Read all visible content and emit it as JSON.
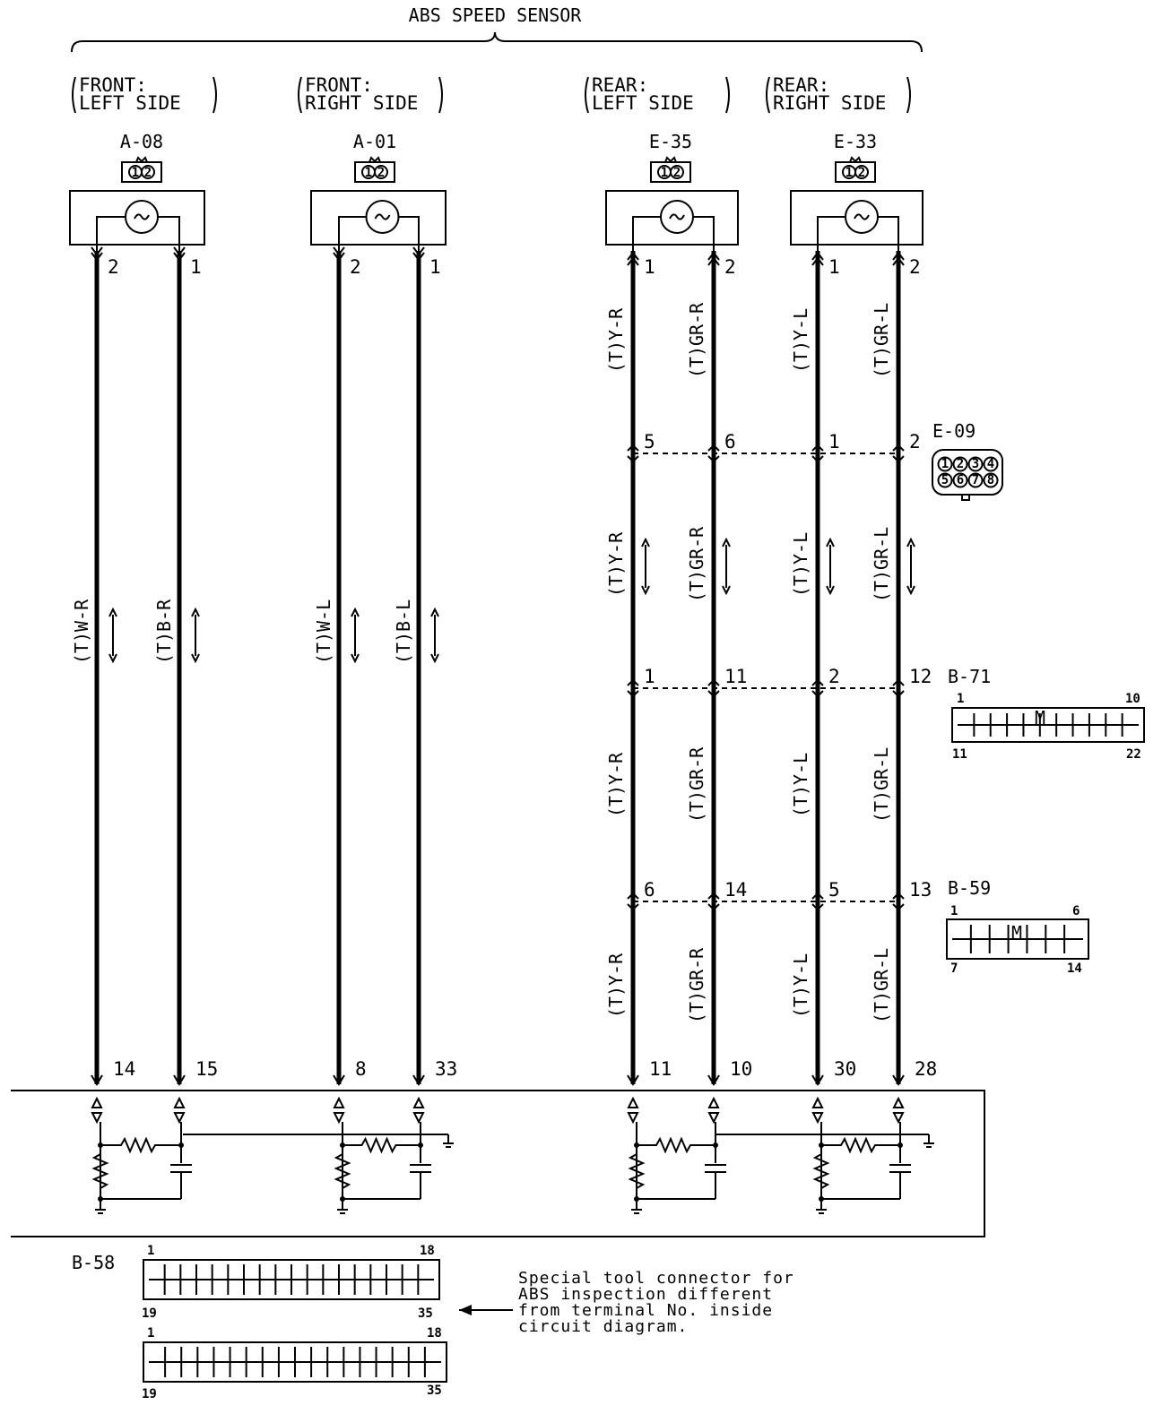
{
  "title": "ABS SPEED SENSOR",
  "sensors": [
    {
      "side_line1": "FRONT:",
      "side_line2": "LEFT SIDE",
      "connector": "A-08",
      "pins": [
        "1",
        "2"
      ],
      "left_pin": "2",
      "right_pin": "1",
      "wires": [
        "(T)W-R",
        "(T)B-R"
      ],
      "ecu_pins": [
        "14",
        "15"
      ]
    },
    {
      "side_line1": "FRONT:",
      "side_line2": "RIGHT SIDE",
      "connector": "A-01",
      "pins": [
        "1",
        "2"
      ],
      "left_pin": "2",
      "right_pin": "1",
      "wires": [
        "(T)W-L",
        "(T)B-L"
      ],
      "ecu_pins": [
        "8",
        "33"
      ]
    },
    {
      "side_line1": "REAR:",
      "side_line2": "LEFT SIDE",
      "connector": "E-35",
      "pins": [
        "1",
        "2"
      ],
      "left_pin": "1",
      "right_pin": "2",
      "wires": [
        "(T)Y-R",
        "(T)GR-R"
      ],
      "ecu_pins": [
        "11",
        "10"
      ]
    },
    {
      "side_line1": "REAR:",
      "side_line2": "RIGHT SIDE",
      "connector": "E-33",
      "pins": [
        "1",
        "2"
      ],
      "left_pin": "1",
      "right_pin": "2",
      "wires": [
        "(T)Y-L",
        "(T)GR-L"
      ],
      "ecu_pins": [
        "30",
        "28"
      ]
    }
  ],
  "junctions": [
    {
      "connector": "E-09",
      "pins": [
        "5",
        "6",
        "1",
        "2"
      ],
      "face": [
        "1",
        "2",
        "3",
        "4",
        "5",
        "6",
        "7",
        "8"
      ]
    },
    {
      "connector": "B-71",
      "pins": [
        "1",
        "11",
        "2",
        "12"
      ],
      "corner_labels": [
        "1",
        "10",
        "11",
        "22"
      ]
    },
    {
      "connector": "B-59",
      "pins": [
        "6",
        "14",
        "5",
        "13"
      ],
      "corner_labels": [
        "1",
        "6",
        "7",
        "14"
      ]
    }
  ],
  "ecu_connector": {
    "name": "B-58",
    "corner_labels": [
      "1",
      "18",
      "19",
      "35"
    ],
    "corner_labels_2": [
      "1",
      "18",
      "19",
      "35"
    ]
  },
  "note": [
    "Special tool connector for",
    "ABS inspection different",
    "from terminal No. inside",
    "circuit diagram."
  ],
  "connector_letter_M": "M"
}
